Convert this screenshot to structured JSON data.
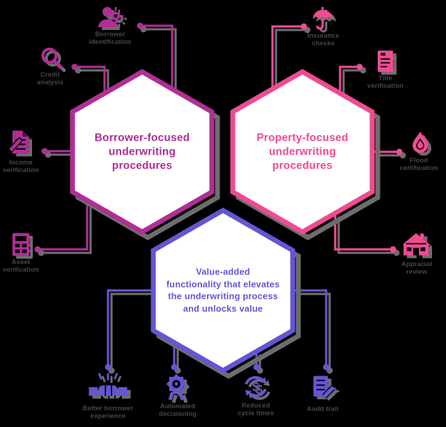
{
  "background": "#000000",
  "hexagons": [
    {
      "name": "borrower",
      "title": "Borrower-focused\nunderwriting\nprocedures",
      "color": "#b02e95"
    },
    {
      "name": "property",
      "title": "Property-focused\nunderwriting\nprocedures",
      "color": "#ef4b93"
    },
    {
      "name": "value",
      "title": "Value-added\nfunctionality that elevates\nthe underwriting process\nand unlocks value",
      "color": "#6356d4"
    }
  ],
  "satellites": [
    {
      "icon": "person-gear-icon",
      "label": "Borrower\nidentification"
    },
    {
      "icon": "magnifier-icon",
      "label": "Credit\nanalysis"
    },
    {
      "icon": "document-pen-icon",
      "label": "Income\nverification"
    },
    {
      "icon": "calculator-icon",
      "label": "Asset\nverification"
    },
    {
      "icon": "umbrella-icon",
      "label": "Insurance\nchecks"
    },
    {
      "icon": "title-document-icon",
      "label": "Title\nverification"
    },
    {
      "icon": "water-drop-icon",
      "label": "Flood\ncertification"
    },
    {
      "icon": "house-icon",
      "label": "Appraisal\nreview"
    },
    {
      "icon": "handshake-icon",
      "label": "Better borrower\nexperience"
    },
    {
      "icon": "award-badge-icon",
      "label": "Automated\ndecisioning"
    },
    {
      "icon": "dollar-cycle-icon",
      "label": "Reduced\ncycle times"
    },
    {
      "icon": "document-pencil-icon",
      "label": "Audit trail"
    }
  ],
  "colors": {
    "shadow": "#6d6d6d",
    "label_text": "#47474a"
  }
}
